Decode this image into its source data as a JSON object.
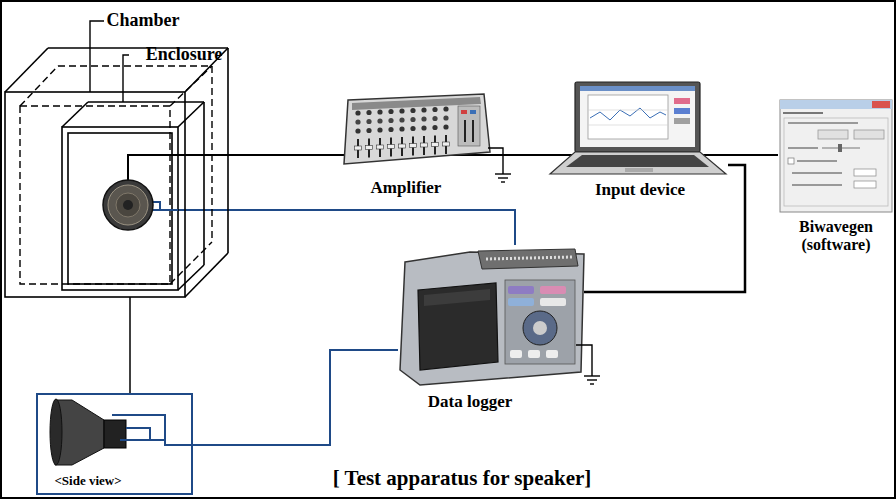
{
  "diagram": {
    "title": "[ Test apparatus for speaker]",
    "nodes": [
      {
        "text": [
          "Chamber"
        ]
      },
      {
        "text": [
          "Enclosure"
        ],
        "in": 0
      },
      {
        "text": [
          "Amplifier"
        ]
      },
      {
        "text": [
          "Input device"
        ]
      },
      {
        "text": [
          "Biwavegen (software)"
        ]
      },
      {
        "text": [
          "Data logger"
        ]
      },
      {
        "text": [
          "<Side view>"
        ]
      }
    ],
    "edges": [
      {
        "from": 1,
        "to": 4,
        "arrow": "none"
      },
      {
        "from": 1,
        "to": 5,
        "arrow": "none"
      },
      {
        "from": 3,
        "to": 5,
        "arrow": "none"
      },
      {
        "from": 6,
        "to": 5,
        "arrow": "none"
      },
      {
        "from": 0,
        "to": 6,
        "arrow": "none"
      }
    ]
  }
}
